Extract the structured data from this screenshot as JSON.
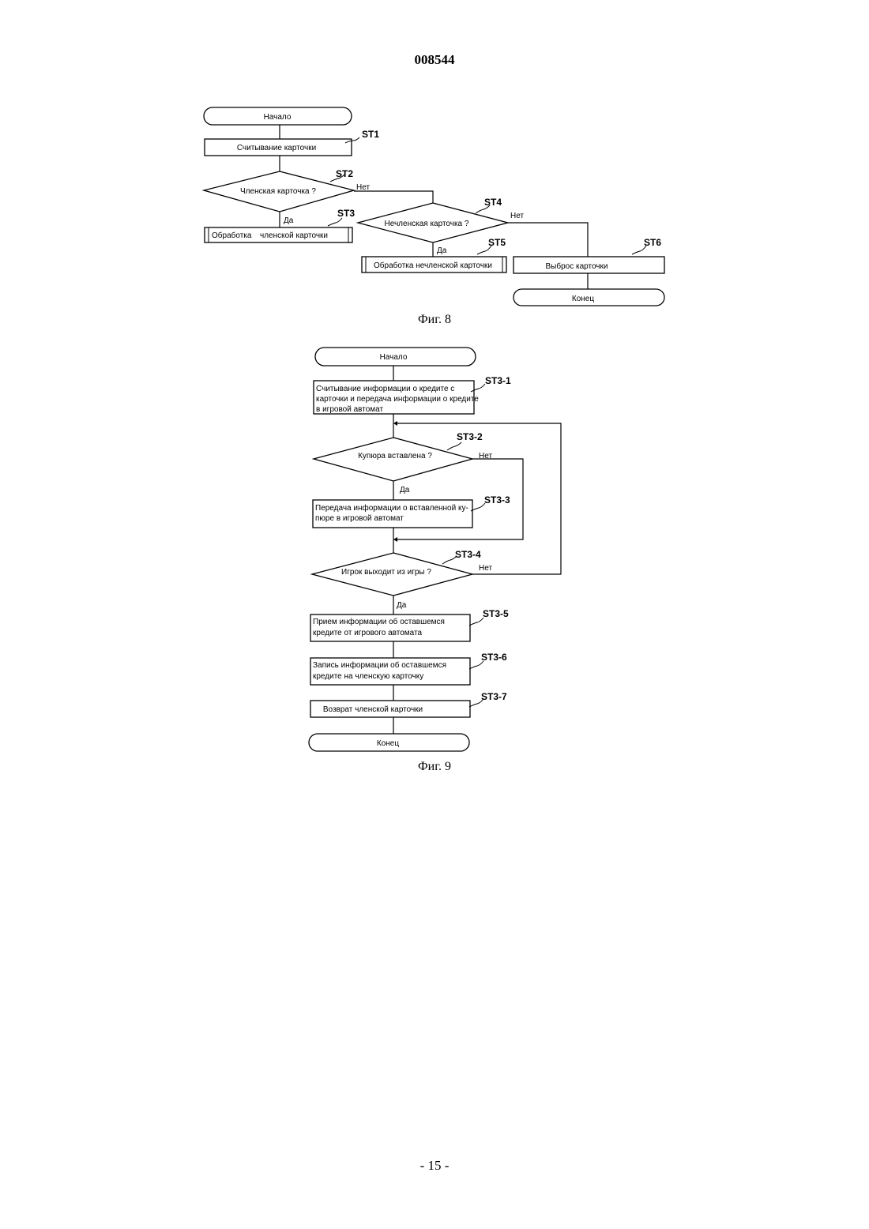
{
  "header": {
    "document_number": "008544"
  },
  "fig8": {
    "caption": "Фиг. 8",
    "start": "Начало",
    "st1": {
      "label": "ST1",
      "text": "Считывание карточки"
    },
    "st2": {
      "label": "ST2",
      "text": "Членская карточка ?",
      "no": "Нет",
      "yes": "Да"
    },
    "st3": {
      "label": "ST3",
      "text_a": "Обработка",
      "text_b": "членской карточки"
    },
    "st4": {
      "label": "ST4",
      "text": "Нечленская карточка ?",
      "no": "Нет",
      "yes": "Да"
    },
    "st5": {
      "label": "ST5",
      "text": "Обработка нечленской карточки"
    },
    "st6": {
      "label": "ST6",
      "text": "Выброс карточки"
    },
    "end": "Конец"
  },
  "fig9": {
    "caption": "Фиг. 9",
    "start": "Начало",
    "st3_1": {
      "label": "ST3-1",
      "lines": [
        "Считывание информации о кредите с",
        "карточки и передача информации о кредите",
        "в игровой автомат"
      ]
    },
    "st3_2": {
      "label": "ST3-2",
      "text": "Купюра вставлена ?",
      "no": "Нет",
      "yes": "Да"
    },
    "st3_3": {
      "label": "ST3-3",
      "lines": [
        "Передача информации о вставленной ку-",
        "пюре в игровой автомат"
      ]
    },
    "st3_4": {
      "label": "ST3-4",
      "text": "Игрок выходит из игры ?",
      "no": "Нет",
      "yes": "Да"
    },
    "st3_5": {
      "label": "ST3-5",
      "lines": [
        "Прием информации об оставшемся",
        "кредите от игрового автомата"
      ]
    },
    "st3_6": {
      "label": "ST3-6",
      "lines": [
        "Запись информации об оставшемся",
        "кредите на членскую карточку"
      ]
    },
    "st3_7": {
      "label": "ST3-7",
      "text": "Возврат членской карточки"
    },
    "end": "Конец"
  },
  "footer": {
    "page": "- 15 -"
  }
}
